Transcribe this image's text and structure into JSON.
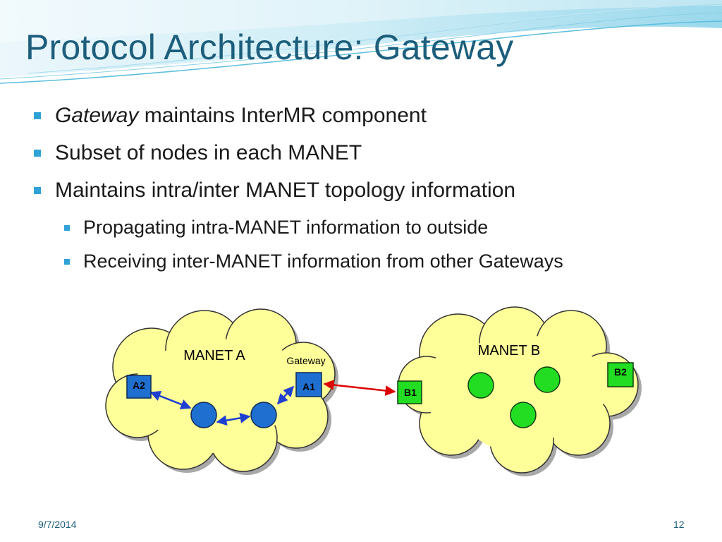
{
  "slide": {
    "title": "Protocol Architecture: Gateway",
    "bullets": [
      {
        "level": 1,
        "emphasis": "Gateway",
        "text": " maintains InterMR component"
      },
      {
        "level": 1,
        "emphasis": "",
        "text": "Subset of nodes in each MANET"
      },
      {
        "level": 1,
        "emphasis": "",
        "text": "Maintains intra/inter MANET topology information"
      },
      {
        "level": 2,
        "emphasis": "",
        "text": "Propagating intra-MANET information to outside"
      },
      {
        "level": 2,
        "emphasis": "",
        "text": "Receiving inter-MANET information from other Gateways"
      }
    ],
    "footer": {
      "date": "9/7/2014",
      "page": "12"
    }
  },
  "diagram": {
    "manet_a": {
      "label": "MANET A",
      "gateway_label": "Gateway",
      "node_a1": "A1",
      "node_a2": "A2"
    },
    "manet_b": {
      "label": "MANET B",
      "node_b1": "B1",
      "node_b2": "B2"
    },
    "colors": {
      "cloud_fill": "#ffff99",
      "cloud_stroke": "#333333",
      "manet_a_node": "#1f6fd1",
      "manet_b_node": "#22dd22",
      "intra_link": "#1f3fd0",
      "inter_link": "#dd0000",
      "title": "#1c5e7c",
      "bullet_marker": "#2fa2d8"
    }
  }
}
